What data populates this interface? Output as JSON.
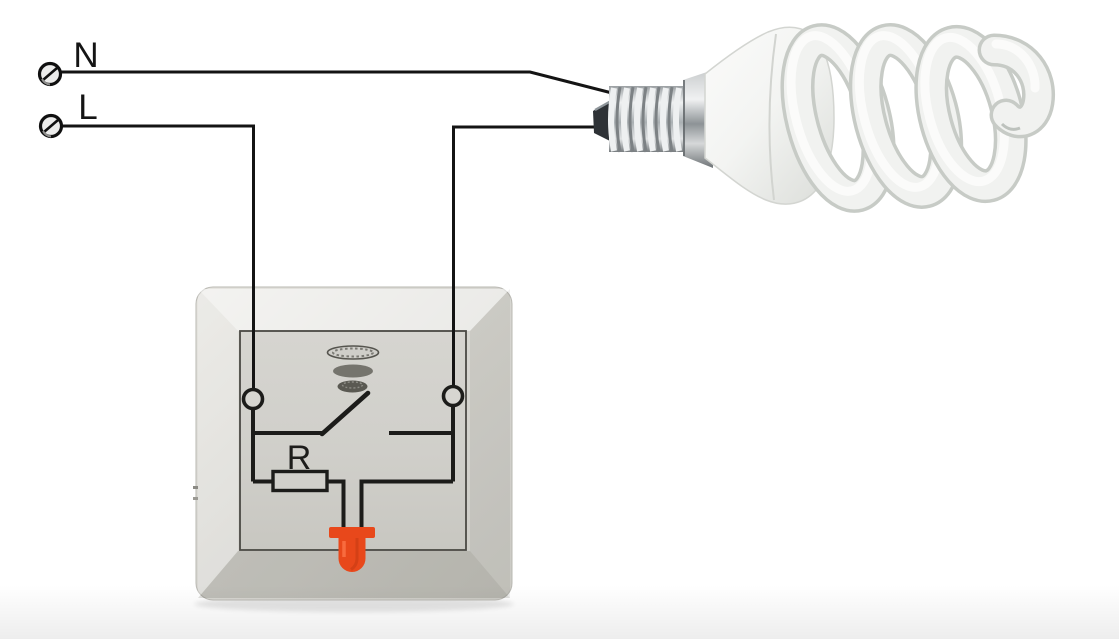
{
  "page": {
    "background_color": "#ffffff"
  },
  "supply": {
    "neutral_terminal": {
      "label": "N"
    },
    "live_terminal": {
      "label": "L"
    }
  },
  "switch_unit": {
    "resistor": {
      "label": "R"
    },
    "colors": {
      "plate": "#d7d6d1",
      "bevel_light": "#e9e8e3",
      "bevel_dark": "#c1c0ba",
      "rocker": "#d1d0cb",
      "trace": "#1c1c1a",
      "led": "#e8481b"
    }
  },
  "lamp": {
    "name": "cfl-spiral-bulb",
    "colors": {
      "glass": "#f1f2f0",
      "metal_base": "#aeb3b6",
      "contact_tip": "#2e3236"
    }
  },
  "wiring": {
    "wire_color": "#141414"
  },
  "icons": {
    "screw-terminal-icon": "circle-with-diagonal-slot",
    "indicator-lens-icon": "stacked-ellipses",
    "switch-contact-icon": "angled-blade-line",
    "resistor-icon": "rectangle-box",
    "led-indicator-icon": "orange-led-shape"
  }
}
